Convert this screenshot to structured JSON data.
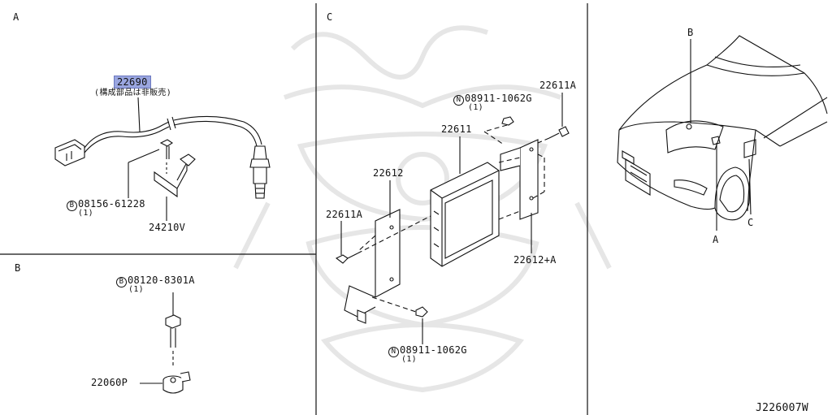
{
  "sections": {
    "a": "A",
    "b": "B",
    "c": "C"
  },
  "parts": {
    "p22690": "22690",
    "p22690_note": "(構成部品は非販売)",
    "bolt_a_num": "08156-61228",
    "bolt_a_prefix": "B",
    "bolt_a_qty": "(1)",
    "p24210v": "24210V",
    "bolt_b_num": "08120-8301A",
    "bolt_b_prefix": "B",
    "bolt_b_qty": "(1)",
    "p22060p": "22060P",
    "nut_top_num": "08911-1062G",
    "nut_top_prefix": "N",
    "nut_top_qty": "(1)",
    "p22611a_top": "22611A",
    "p22611": "22611",
    "p22612": "22612",
    "p22611a_left": "22611A",
    "p22612a": "22612+A",
    "nut_bot_num": "08911-1062G",
    "nut_bot_prefix": "N",
    "nut_bot_qty": "(1)"
  },
  "car_labels": {
    "b": "B",
    "a": "A",
    "c": "C"
  },
  "diagram_id": "J226007W",
  "colors": {
    "line": "#111111",
    "highlight": "#9aa6e0",
    "watermark": "#e9e9e9"
  }
}
